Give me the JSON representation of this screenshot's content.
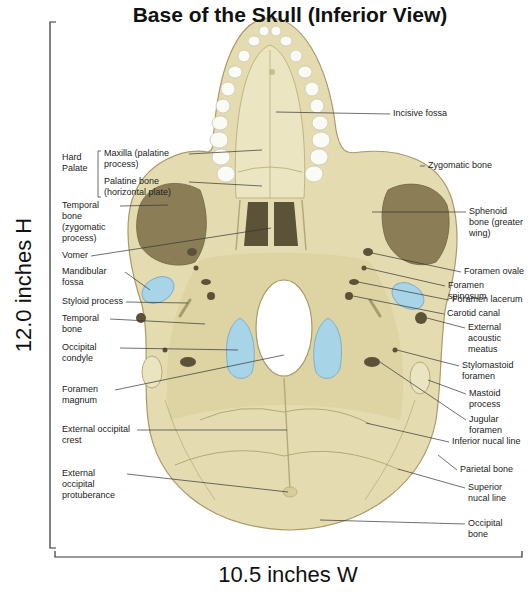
{
  "diagram": {
    "title": "Base of the Skull (Inferior View)",
    "labels": [
      "Hard Palate",
      "Maxilla (palatine process)",
      "Palatine bone (horizontal plate)",
      "Temporal bone (zygomatic process)",
      "Vomer",
      "Mandibular fossa",
      "Styloid process",
      "Temporal bone",
      "Occipital condyle",
      "Foramen magnum",
      "External occipital crest",
      "External occipital protuberance",
      "Incisive fossa",
      "Zygomatic bone",
      "Sphenoid bone (greater wing)",
      "Foramen ovale",
      "Foramen spinosum",
      "Foramen lacerum",
      "Carotid canal",
      "External acoustic meatus",
      "Stylomastoid foramen",
      "Mastoid process",
      "Jugular foramen",
      "Inferior nucal line",
      "Parietal bone",
      "Superior nucal line",
      "Occipital bone",
      "12.0 inches H",
      "10.5 inches W"
    ]
  }
}
